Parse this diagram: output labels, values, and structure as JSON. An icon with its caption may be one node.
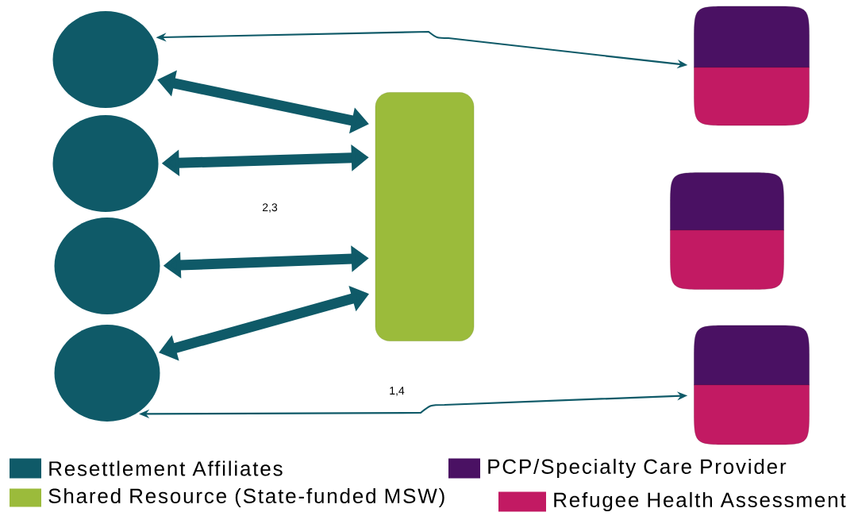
{
  "diagram": {
    "nodes": [
      {
        "text": [],
        "shape": "circle"
      },
      {
        "text": [],
        "shape": "circle"
      },
      {
        "text": [],
        "shape": "circle"
      },
      {
        "text": [],
        "shape": "circle"
      },
      {
        "text": [],
        "shape": "box"
      },
      {
        "text": [],
        "shape": "cylinder"
      },
      {
        "text": [],
        "shape": "cylinder"
      },
      {
        "text": [],
        "shape": "cylinder"
      }
    ],
    "edges": [
      {
        "from": 0,
        "to": 5,
        "arrow": "both"
      },
      {
        "from": 0,
        "to": 4,
        "arrow": "both"
      },
      {
        "from": 1,
        "to": 4,
        "arrow": "both"
      },
      {
        "from": 2,
        "to": 4,
        "arrow": "both"
      },
      {
        "from": 3,
        "to": 4,
        "arrow": "both"
      },
      {
        "from": 3,
        "to": 7,
        "arrow": "both"
      }
    ],
    "labels": [
      "2,3",
      "1,4"
    ],
    "legend": [
      {
        "text": "Resettlement Affiliates",
        "color": "#0f5a68"
      },
      {
        "text": "PCP/Specialty Care Provider",
        "color": "#4a1163"
      },
      {
        "text": "Shared Resource (State-funded MSW)",
        "color": "#9bbb3b"
      },
      {
        "text": "Refugee Health Assessment",
        "color": "#c21a63"
      }
    ]
  }
}
